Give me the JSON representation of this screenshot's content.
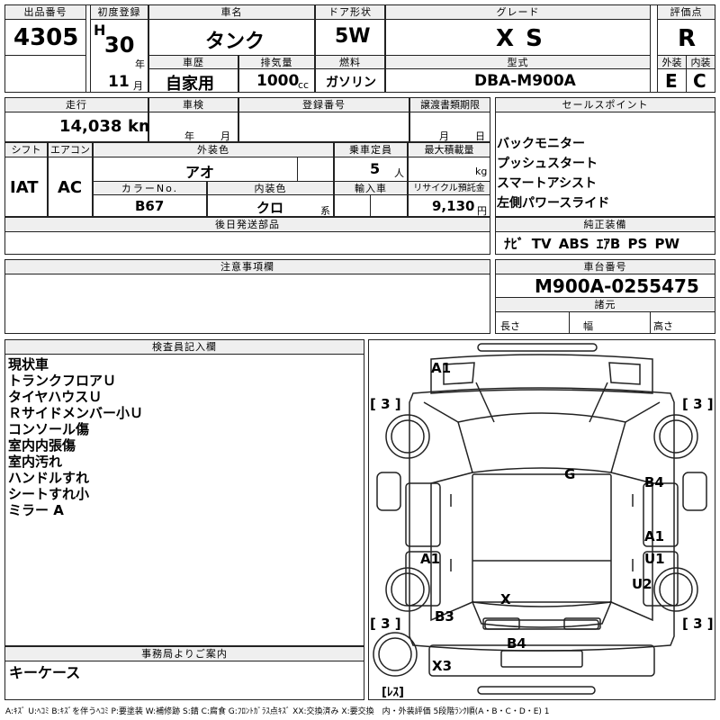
{
  "lot": {
    "label": "出品番号",
    "value": "4305"
  },
  "first_reg": {
    "label": "初度登録",
    "era": "H",
    "year": "30",
    "year_unit": "年",
    "month": "11",
    "month_unit": "月"
  },
  "car_name": {
    "label": "車名",
    "value": "タンク"
  },
  "door": {
    "label": "ドア形状",
    "value": "5W"
  },
  "grade": {
    "label": "グレード",
    "value": "X S"
  },
  "score": {
    "label": "評価点",
    "value": "R",
    "ext_label": "外装",
    "int_label": "内装",
    "ext": "E",
    "int": "C"
  },
  "history": {
    "label": "車歴",
    "value": "自家用"
  },
  "displacement": {
    "label": "排気量",
    "value": "1000",
    "unit": "cc"
  },
  "fuel": {
    "label": "燃料",
    "value": "ガソリン"
  },
  "model": {
    "label": "型式",
    "value": "DBA-M900A"
  },
  "mileage": {
    "label": "走行",
    "value": "14,038",
    "unit": "km"
  },
  "inspection": {
    "label": "車検",
    "year_unit": "年",
    "month_unit": "月"
  },
  "reg_no": {
    "label": "登録番号"
  },
  "deadline": {
    "label": "譲渡書類期限",
    "month_unit": "月",
    "day_unit": "日"
  },
  "sales_points": {
    "label": "セールスポイント",
    "items": [
      "バックモニター",
      "プッシュスタート",
      "スマートアシスト",
      "左側パワースライド"
    ]
  },
  "shift": {
    "label": "シフト",
    "value": "IAT"
  },
  "aircon": {
    "label": "エアコン",
    "value": "AC"
  },
  "ext_color": {
    "label": "外装色",
    "value": "アオ"
  },
  "capacity": {
    "label": "乗車定員",
    "value": "5",
    "unit": "人"
  },
  "max_load": {
    "label": "最大積載量",
    "unit": "kg"
  },
  "color_no": {
    "label": "カラーNo.",
    "value": "B67"
  },
  "int_color": {
    "label": "内装色",
    "value": "クロ",
    "unit": "系"
  },
  "import": {
    "label": "輸入車"
  },
  "recycle": {
    "label": "リサイクル預託金",
    "value": "9,130",
    "unit": "円"
  },
  "later_parts": {
    "label": "後日発送部品"
  },
  "equipment": {
    "label": "純正装備",
    "value": "ﾅﾋﾞ TV ABS ｴｱB PS PW"
  },
  "notes": {
    "label": "注意事項欄"
  },
  "chassis": {
    "label": "車台番号",
    "value": "M900A-0255475"
  },
  "specs": {
    "label": "諸元",
    "length": "長さ",
    "width": "幅",
    "height": "高さ"
  },
  "inspector": {
    "label": "検査員記入欄",
    "items": [
      "現状車",
      "トランクフロアＵ",
      "タイヤハウスＵ",
      "Ｒサイドメンバー小Ｕ",
      "コンソール傷",
      "室内内張傷",
      "室内汚れ",
      "ハンドルすれ",
      "シートすれ小",
      "ミラー A"
    ]
  },
  "office": {
    "label": "事務局よりご案内",
    "value": "キーケース"
  },
  "diagram": {
    "marks": [
      "A1",
      "B4",
      "G",
      "A1",
      "U1",
      "U2",
      "A1",
      "X",
      "B3",
      "B4",
      "X3"
    ],
    "tires": [
      "[ 3 ]",
      "[ 3 ]",
      "[ 3 ]",
      "[ 3 ]"
    ],
    "spare": "[ﾚｽ]"
  },
  "legend": "A:ｷｽﾞ U:ﾍｺﾐ B:ｷｽﾞを伴うﾍｺﾐ P:要塗装 W:補修跡 S:錆 C:腐食 G:ﾌﾛﾝﾄｶﾞﾗｽ点ｷｽﾞ XX:交換済み X:要交換　内・外装評価 5段階ﾗﾝｸ順(A・B・C・D・E) 1"
}
